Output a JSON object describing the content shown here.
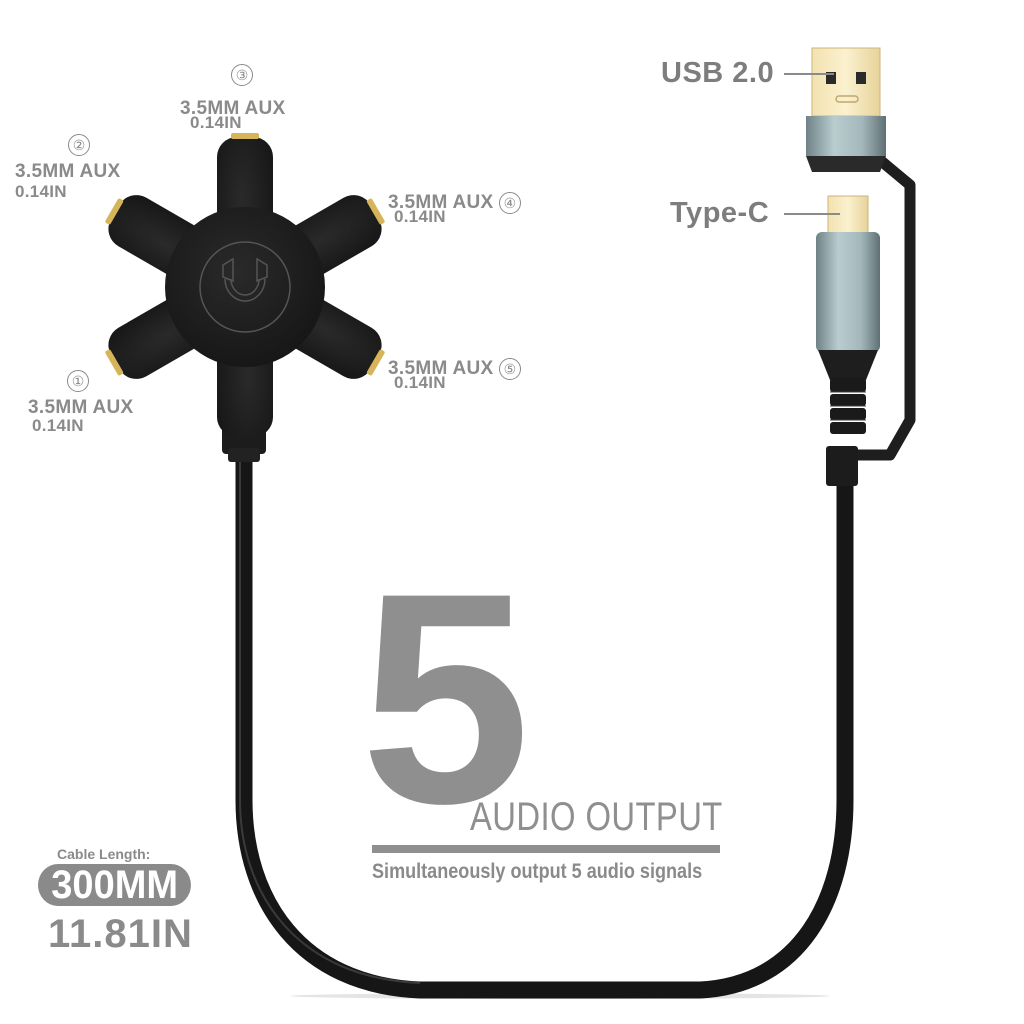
{
  "ports": [
    {
      "number": "①",
      "size": "3.5MM AUX",
      "inches": "0.14IN"
    },
    {
      "number": "②",
      "size": "3.5MM AUX",
      "inches": "0.14IN"
    },
    {
      "number": "③",
      "size": "3.5MM AUX",
      "inches": "0.14IN"
    },
    {
      "number": "④",
      "size": "3.5MM AUX",
      "inches": "0.14IN"
    },
    {
      "number": "⑤",
      "size": "3.5MM AUX",
      "inches": "0.14IN"
    }
  ],
  "connectors": {
    "usb": "USB 2.0",
    "typec": "Type-C"
  },
  "headline": {
    "number": "5",
    "title": "AUDIO OUTPUT",
    "subtitle": "Simultaneously output 5 audio signals"
  },
  "cable": {
    "label": "Cable Length:",
    "mm": "300MM",
    "inches": "11.81IN"
  },
  "colors": {
    "text_gray": "#8a8a8a",
    "device_black": "#1c1c1c",
    "gold": "#d9b860",
    "connector_metal": "#9fb4b8"
  }
}
